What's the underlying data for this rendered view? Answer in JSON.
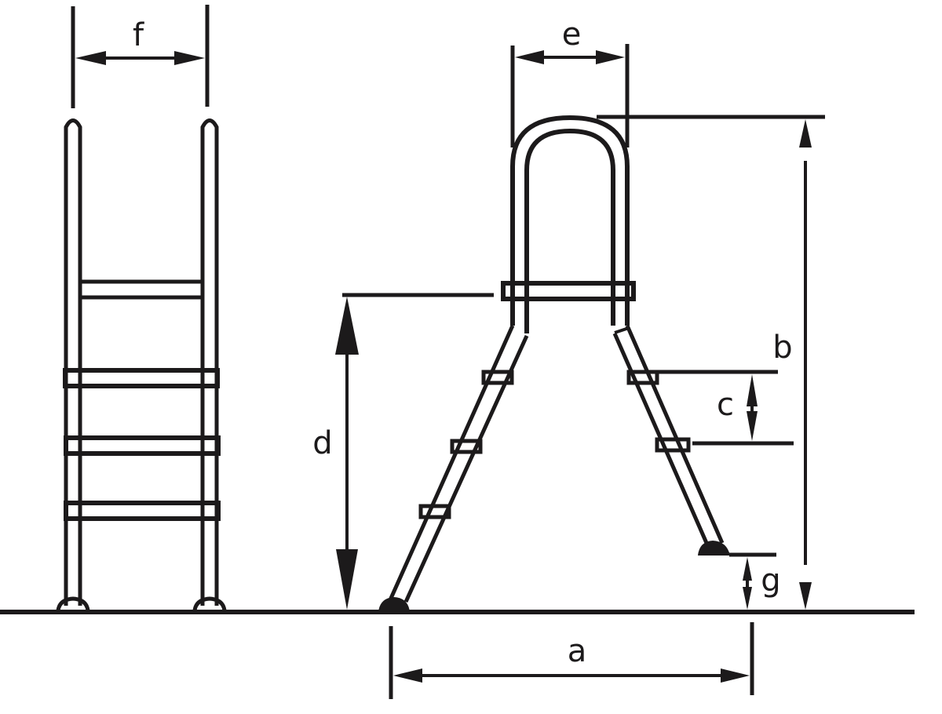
{
  "diagram": {
    "title": "",
    "subject": "pool ladder dimension drawing",
    "views": [
      "front-view",
      "side-view"
    ],
    "colors": {
      "line": "#1c1a1b",
      "background": "#ffffff"
    },
    "dimensions": {
      "a": {
        "label": "a",
        "meaning": "base width of side view (foot to foot)"
      },
      "b": {
        "label": "b",
        "meaning": "total height from ground to top of handrail"
      },
      "c": {
        "label": "c",
        "meaning": "step spacing"
      },
      "d": {
        "label": "d",
        "meaning": "height of top platform bar above ground"
      },
      "e": {
        "label": "e",
        "meaning": "handrail loop width"
      },
      "f": {
        "label": "f",
        "meaning": "ladder width (front view)"
      },
      "g": {
        "label": "g",
        "meaning": "rear foot clearance above ground"
      }
    }
  }
}
